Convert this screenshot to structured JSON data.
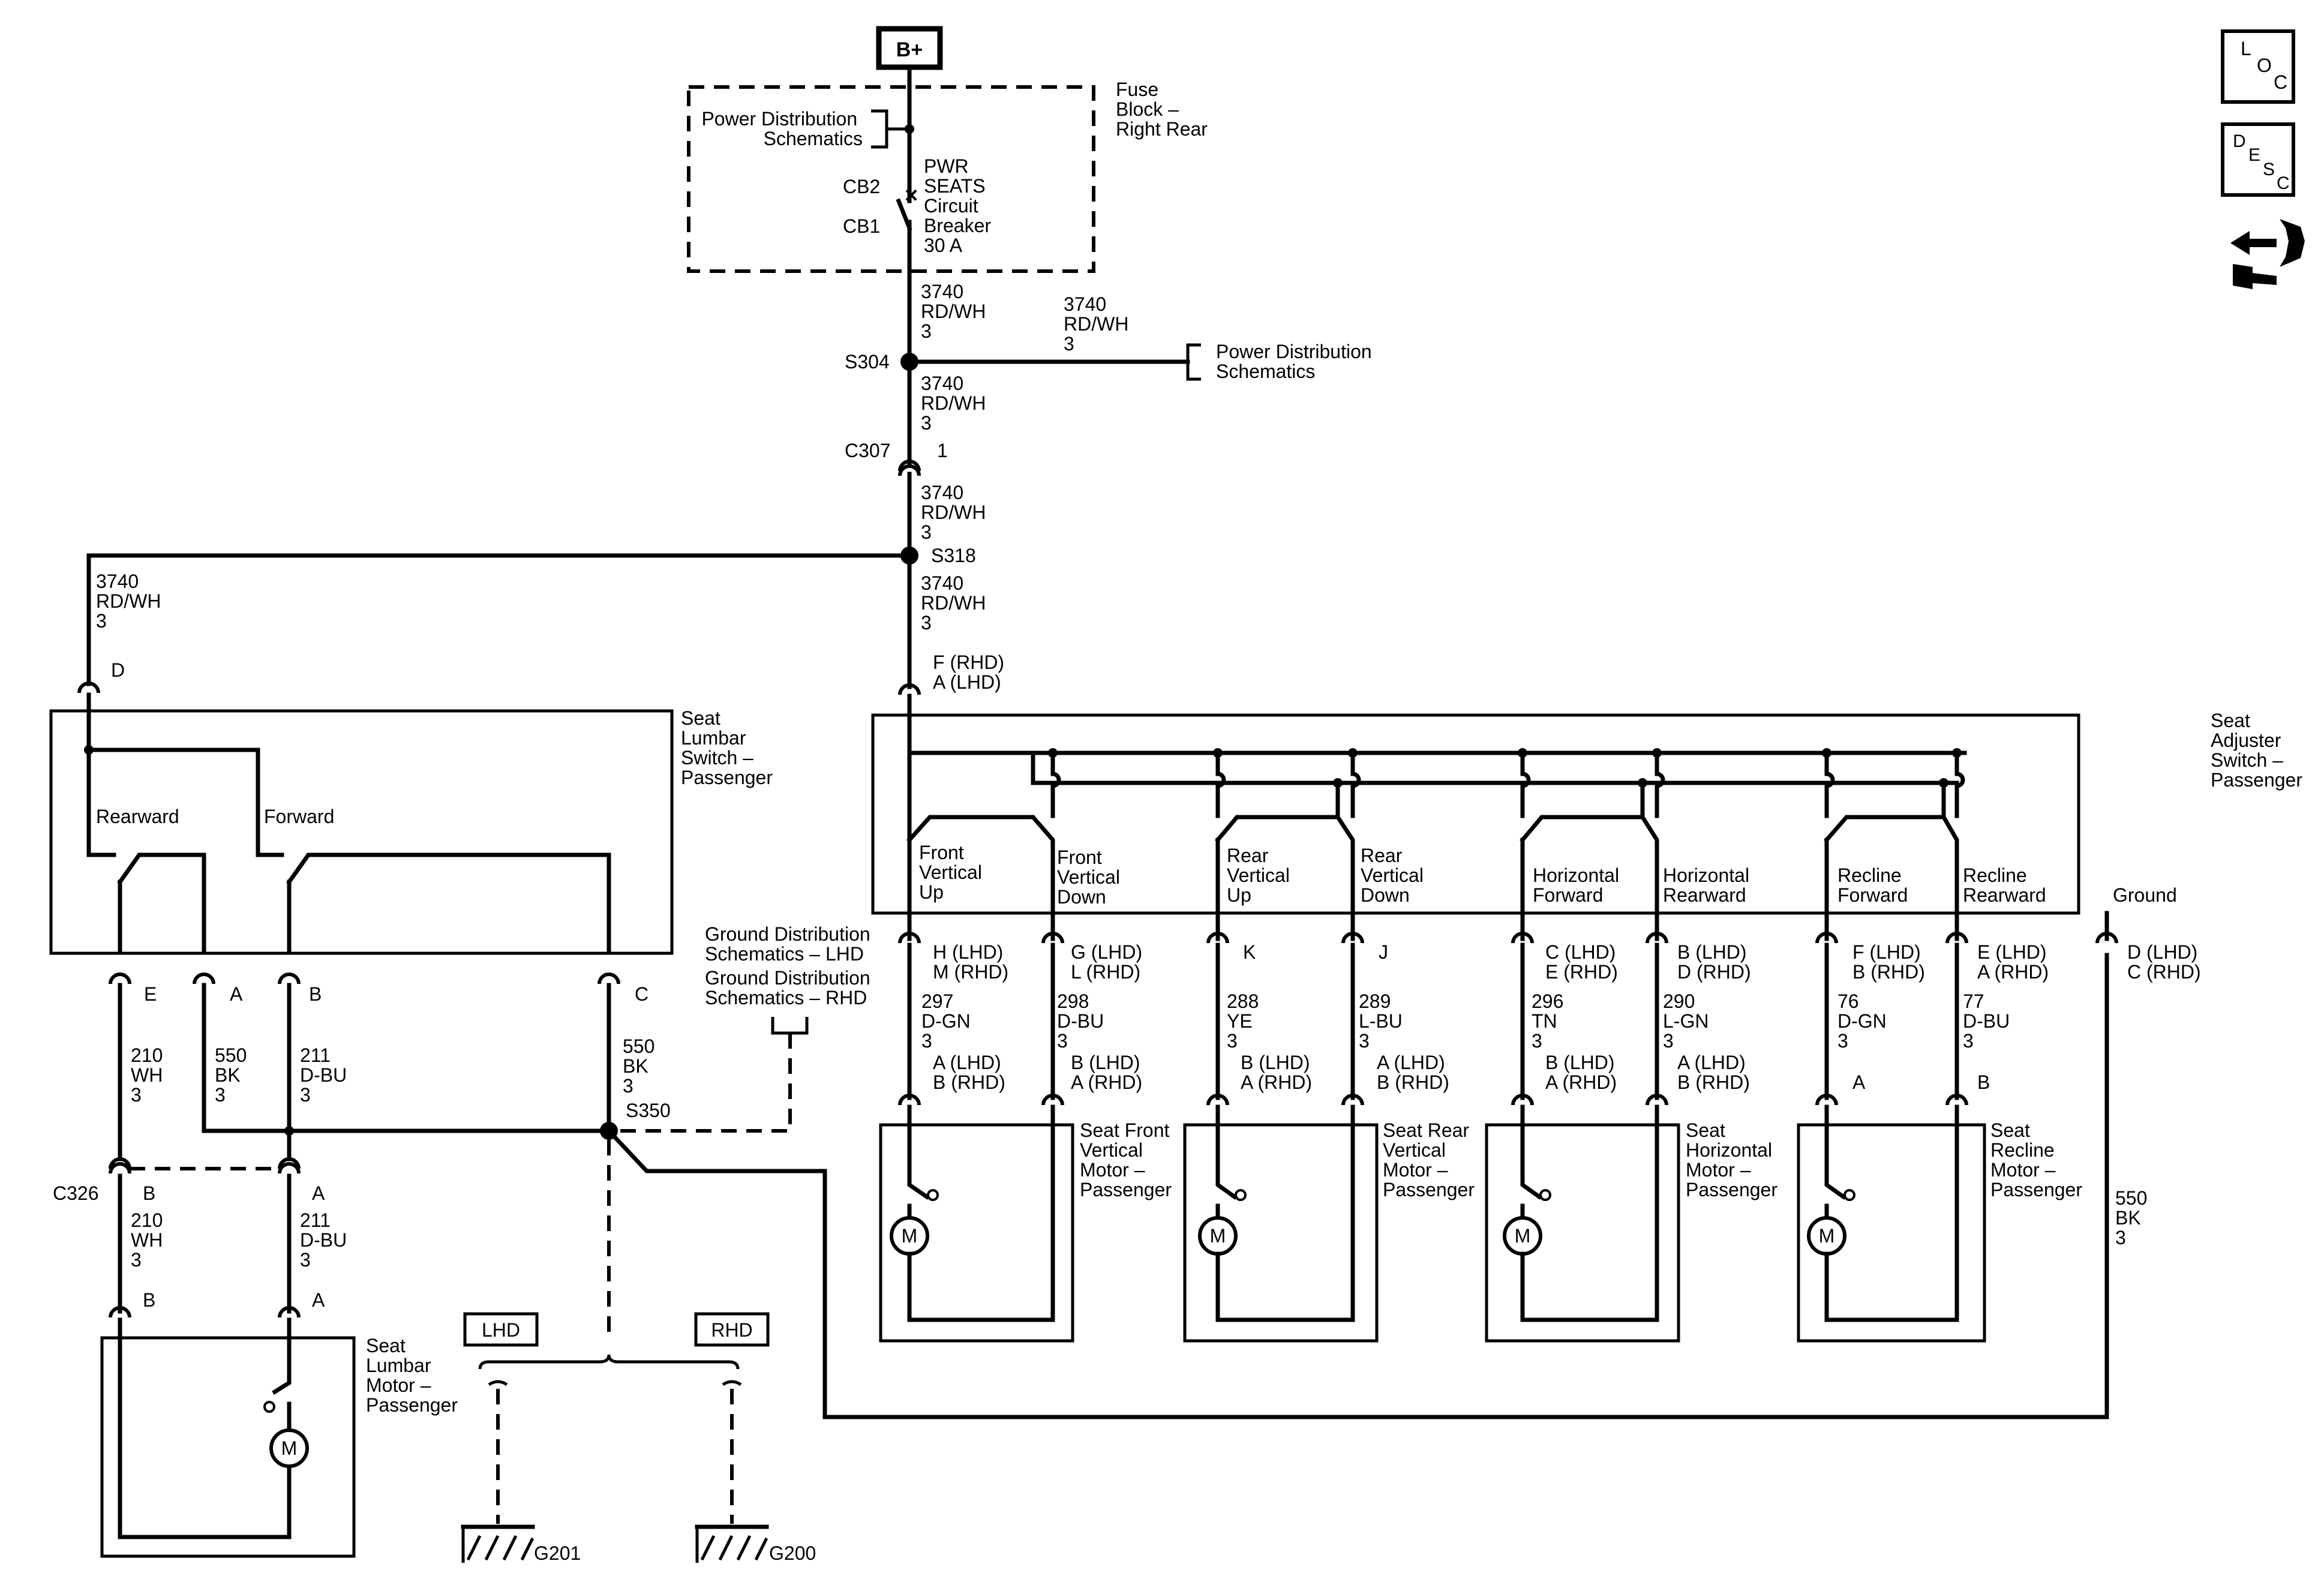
{
  "power": {
    "bplus": "B+",
    "fuse_block": [
      "Fuse",
      "Block –",
      "Right Rear"
    ],
    "power_dist_top": [
      "Power Distribution",
      "Schematics"
    ],
    "breaker": [
      "PWR",
      "SEATS",
      "Circuit",
      "Breaker",
      "30 A"
    ],
    "cb2": "CB2",
    "cb1": "CB1",
    "power_dist_right": [
      "Power Distribution",
      "Schematics"
    ]
  },
  "circuits": {
    "c3740": [
      "3740",
      "RD/WH",
      "3"
    ]
  },
  "splices": {
    "s304": "S304",
    "s318": "S318",
    "s350": "S350"
  },
  "connectors": {
    "c307": "C307",
    "c307_pin": "1",
    "c326": "C326",
    "adjuster_in": [
      "F (RHD)",
      "A (LHD)"
    ]
  },
  "lumbar_switch": {
    "label": [
      "Seat",
      "Lumbar",
      "Switch –",
      "Passenger"
    ],
    "rearward": "Rearward",
    "forward": "Forward",
    "pins": {
      "d": "D",
      "e": "E",
      "a": "A",
      "b": "B",
      "c": "C"
    },
    "wires": {
      "w210": [
        "210",
        "WH",
        "3"
      ],
      "w550": [
        "550",
        "BK",
        "3"
      ],
      "w211": [
        "211",
        "D-BU",
        "3"
      ],
      "w550c": [
        "550",
        "BK",
        "3"
      ]
    }
  },
  "c326_pins": {
    "b": "B",
    "a": "A"
  },
  "lumbar_lower_wires": {
    "w210": [
      "210",
      "WH",
      "3"
    ],
    "w211": [
      "211",
      "D-BU",
      "3"
    ]
  },
  "lumbar_motor": {
    "label": [
      "Seat",
      "Lumbar",
      "Motor –",
      "Passenger"
    ],
    "pins": {
      "b": "B",
      "a": "A"
    },
    "m": "M"
  },
  "ground": {
    "dist": [
      "Ground Distribution",
      "Schematics – LHD",
      "Ground Distribution",
      "Schematics – RHD"
    ],
    "lhd": "LHD",
    "rhd": "RHD",
    "g201": "G201",
    "g200": "G200"
  },
  "adjuster_switch": {
    "label": [
      "Seat",
      "Adjuster",
      "Switch –",
      "Passenger"
    ],
    "front_up": [
      "Front",
      "Vertical",
      "Up"
    ],
    "front_down": [
      "Front",
      "Vertical",
      "Down"
    ],
    "rear_up": [
      "Rear",
      "Vertical",
      "Up"
    ],
    "rear_down": [
      "Rear",
      "Vertical",
      "Down"
    ],
    "horiz_fwd": [
      "Horizontal",
      "Forward"
    ],
    "horiz_rwd": [
      "Horizontal",
      "Rearward"
    ],
    "recl_fwd": [
      "Recline",
      "Forward"
    ],
    "recl_rwd": [
      "Recline",
      "Rearward"
    ],
    "ground": "Ground"
  },
  "adjuster_pins": {
    "p1": [
      "H (LHD)",
      "M (RHD)"
    ],
    "p2": [
      "G (LHD)",
      "L (RHD)"
    ],
    "p3": [
      "K"
    ],
    "p4": [
      "J"
    ],
    "p5": [
      "C (LHD)",
      "E (RHD)"
    ],
    "p6": [
      "B (LHD)",
      "D (RHD)"
    ],
    "p7": [
      "F (LHD)",
      "B (RHD)"
    ],
    "p8": [
      "E (LHD)",
      "A (RHD)"
    ],
    "p9": [
      "D (LHD)",
      "C (RHD)"
    ]
  },
  "adjuster_wires": {
    "w297": [
      "297",
      "D-GN",
      "3"
    ],
    "w298": [
      "298",
      "D-BU",
      "3"
    ],
    "w288": [
      "288",
      "YE",
      "3"
    ],
    "w289": [
      "289",
      "L-BU",
      "3"
    ],
    "w296": [
      "296",
      "TN",
      "3"
    ],
    "w290": [
      "290",
      "L-GN",
      "3"
    ],
    "w76": [
      "76",
      "D-GN",
      "3"
    ],
    "w77": [
      "77",
      "D-BU",
      "3"
    ],
    "w550": [
      "550",
      "BK",
      "3"
    ]
  },
  "motor_pins": {
    "m1a": [
      "A (LHD)",
      "B (RHD)"
    ],
    "m1b": [
      "B (LHD)",
      "A (RHD)"
    ],
    "m2a": [
      "B (LHD)",
      "A (RHD)"
    ],
    "m2b": [
      "A (LHD)",
      "B (RHD)"
    ],
    "m3a": [
      "B (LHD)",
      "A (RHD)"
    ],
    "m3b": [
      "A (LHD)",
      "B (RHD)"
    ],
    "m4a": "A",
    "m4b": "B"
  },
  "motors": {
    "front": [
      "Seat Front",
      "Vertical",
      "Motor –",
      "Passenger"
    ],
    "rear": [
      "Seat Rear",
      "Vertical",
      "Motor –",
      "Passenger"
    ],
    "horiz": [
      "Seat",
      "Horizontal",
      "Motor –",
      "Passenger"
    ],
    "recl": [
      "Seat",
      "Recline",
      "Motor –",
      "Passenger"
    ],
    "m": "M"
  },
  "icons": {
    "loc": [
      "L",
      "O",
      "C"
    ],
    "desc": [
      "D",
      "E",
      "S",
      "C"
    ]
  }
}
